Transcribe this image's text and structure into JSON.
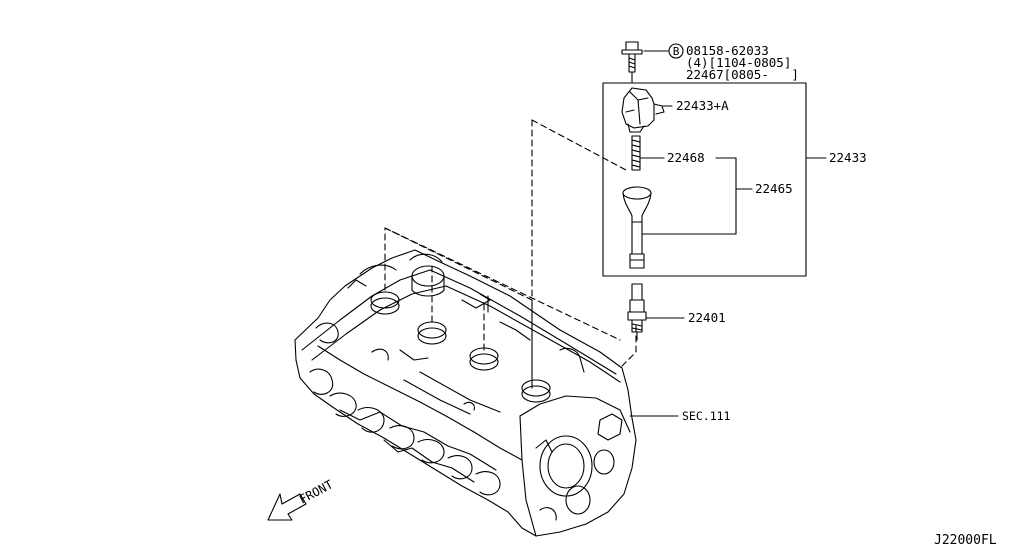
{
  "bolt": {
    "symbol": "B",
    "part_number": "08158-62033",
    "qty_line": "(4)[1104-0805]",
    "alt_line": "22467[0805-   ]"
  },
  "callouts": {
    "ignition_coil": "22433+A",
    "spring": "22468",
    "boot": "22465",
    "coil_assembly": "22433",
    "spark_plug": "22401",
    "cylinder_head": "SEC.111"
  },
  "front_label": "FRONT",
  "diagram_code": "J22000FL"
}
